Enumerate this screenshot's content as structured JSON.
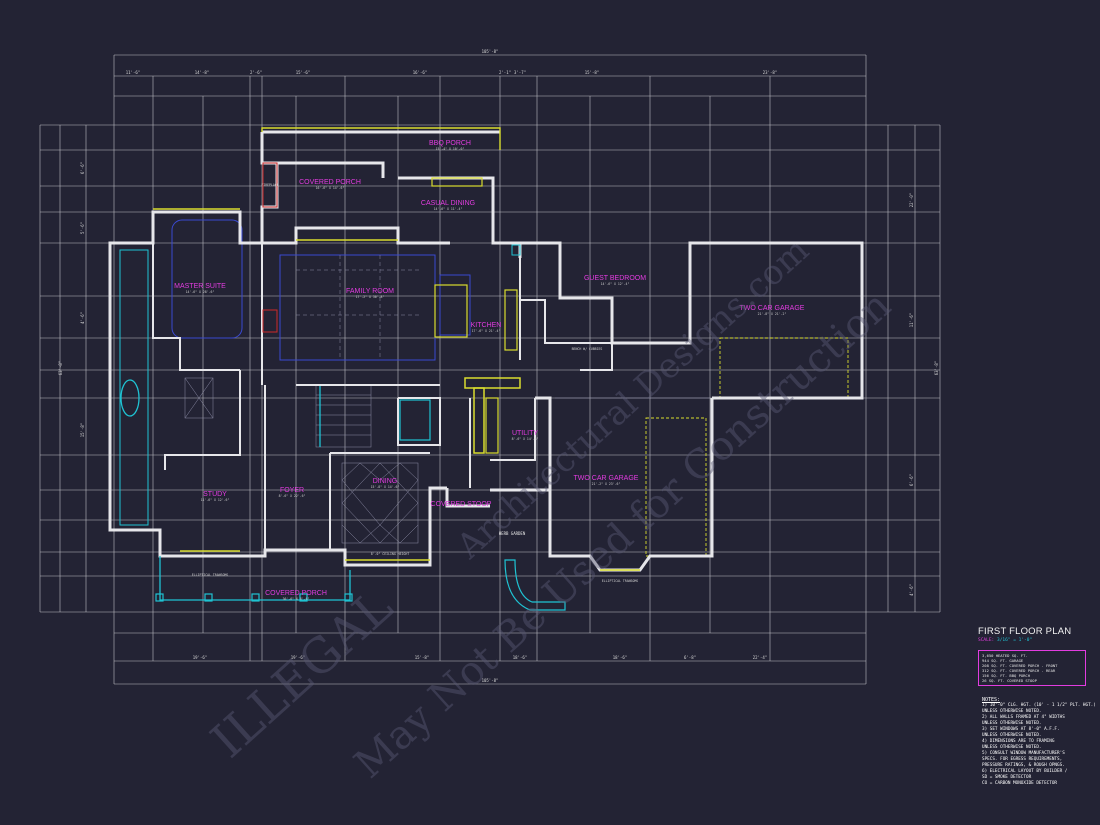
{
  "plan": {
    "title": "FIRST FLOOR PLAN",
    "scale_label": "SCALE:",
    "scale_value": "3/16\" = 1'-0\"",
    "overall_width": "105'-8\"",
    "overall_depth": "63'-8\"",
    "top_dims": [
      "11'-6\"",
      "14'-8\"",
      "2'-6\"",
      "15'-6\"",
      "16'-6\"",
      "2'-1\"",
      "3'-7\"",
      "15'-8\"",
      "23'-8\""
    ],
    "bottom_dims": [
      "19'-6\"",
      "19'-6\"",
      "15'-8\"",
      "18'-6\"",
      "18'-6\"",
      "6'-8\"",
      "22'-4\""
    ],
    "side_dims": [
      "6'-6\"",
      "5'-6\"",
      "4'-6\"",
      "15'-8\"",
      "22'-0\"",
      "11'-6\"",
      "6'-6\"",
      "4'-6\""
    ],
    "rooms": [
      {
        "name": "BBQ PORCH",
        "size": "15'-4\" X 10'-0\""
      },
      {
        "name": "COVERED PORCH",
        "size": "16'-6\" X 14'-6\""
      },
      {
        "name": "CASUAL DINING",
        "size": "14'-6\" X 11'-4\""
      },
      {
        "name": "MASTER SUITE",
        "size": "14'-6\" X 28'-6\""
      },
      {
        "name": "FAMILY ROOM",
        "size": "17'-2\" X 30'-8\""
      },
      {
        "name": "KITCHEN",
        "size": "17'-6\" X 21'-4\""
      },
      {
        "name": "GUEST BEDROOM",
        "size": "14'-6\" X 12'-4\""
      },
      {
        "name": "TWO CAR GARAGE",
        "size": "21'-8\" X 21'-2\""
      },
      {
        "name": "UTILITY",
        "size": "8'-6\" X 14'-8\""
      },
      {
        "name": "TWO CAR GARAGE",
        "size": "21'-2\" X 23'-6\""
      },
      {
        "name": "DINING",
        "size": "15'-8\" X 14'-6\""
      },
      {
        "name": "FOYER",
        "size": "8'-6\" X 22'-6\""
      },
      {
        "name": "STUDY",
        "size": "11'-6\" X 12'-6\""
      },
      {
        "name": "COVERED STOOP",
        "size": ""
      },
      {
        "name": "COVERED PORCH",
        "size": "36'-6\" X 6'-6\""
      },
      {
        "name": "HERB GARDEN",
        "size": ""
      }
    ],
    "labels": {
      "ceiling_height": "8'-0\" CEILING HEIGHT",
      "elliptical_transom_1": "ELLIPTICAL TRANSOMS",
      "elliptical_transom_2": "ELLIPTICAL TRANSOMS",
      "bench": "BENCH W/ CUBBIES",
      "fireplace": "FIREPLACE"
    },
    "area_summary": [
      "3,650 HEATED SQ. FT.",
      "944 SQ. FT. GARAGE",
      "208 SQ. FT. COVERED PORCH - FRONT",
      "312 SQ. FT. COVERED PORCH - REAR",
      "156 SQ. FT. BBQ PORCH",
      "26 SQ. FT. COVERED STOOP"
    ],
    "notes_heading": "NOTES:",
    "notes": [
      "1) 10'-0\" CLG. HGT. (10' - 1 1/2\" PLT. HGT.)",
      "   UNLESS OTHERWISE NOTED.",
      "2) ALL WALLS FRAMED AT 4\" WIDTHS",
      "   UNLESS OTHERWISE NOTED.",
      "3) SET WINDOWS AT 8'-0\" A.F.F.",
      "   UNLESS OTHERWISE NOTED.",
      "4) DIMENSIONS ARE TO FRAMING",
      "   UNLESS OTHERWISE NOTED.",
      "5) CONSULT WINDOW MANUFACTURER'S",
      "   SPECS. FOR EGRESS REQUIREMENTS,",
      "   PRESSURE RATINGS, & ROUGH OPNGS.",
      "6) ELECTRICAL LAYOUT BY BUILDER /",
      "   SD = SMOKE DETECTOR",
      "   CO = CARBON MONOXIDE DETECTOR"
    ],
    "watermark": [
      "ILLEGAL",
      "May Not Be Used for Construction",
      "Architectural Designs.com"
    ]
  }
}
